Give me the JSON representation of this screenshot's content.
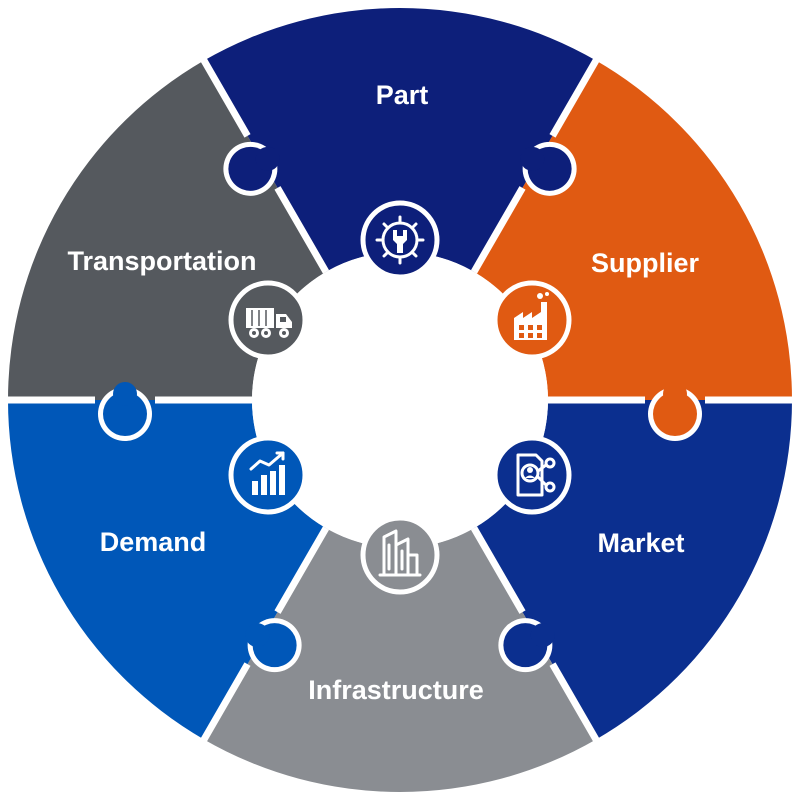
{
  "segments": [
    {
      "key": "part",
      "label": "Part",
      "color": "#0d1f7a",
      "icon": "gear-wrench-icon"
    },
    {
      "key": "supplier",
      "label": "Supplier",
      "color": "#e05a12",
      "icon": "factory-icon"
    },
    {
      "key": "market",
      "label": "Market",
      "color": "#0b2f8f",
      "icon": "market-research-document-icon"
    },
    {
      "key": "infrastructure",
      "label": "Infrastructure",
      "color": "#8a8d92",
      "icon": "buildings-icon"
    },
    {
      "key": "demand",
      "label": "Demand",
      "color": "#0057b8",
      "icon": "bar-chart-trend-icon"
    },
    {
      "key": "transportation",
      "label": "Transportation",
      "color": "#55595e",
      "icon": "truck-icon"
    }
  ]
}
